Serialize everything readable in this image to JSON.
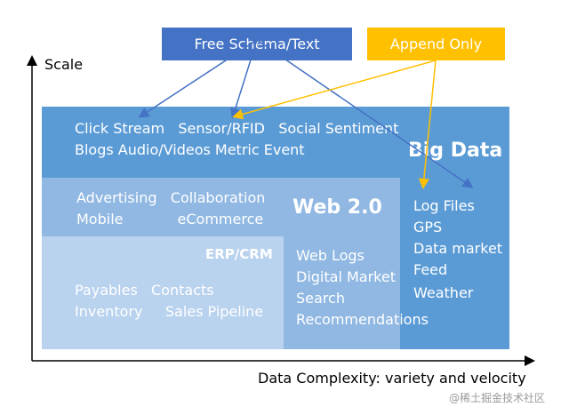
{
  "labels": {
    "free_schema": "Free Schema/Text",
    "append_only": "Append Only",
    "y_axis": "Scale",
    "x_axis": "Data Complexity: variety and velocity",
    "watermark": "@稀土掘金技术社区"
  },
  "big_data": {
    "title": "Big Data",
    "line1": "Click Stream   Sensor/RFID   Social Sentiment",
    "line2": "Blogs Audio/Videos Metric Event",
    "items": [
      "Log Files",
      "GPS",
      "Data market",
      "Feed",
      "Weather"
    ]
  },
  "web20": {
    "title": "Web 2.0",
    "line1": "Advertising   Collaboration",
    "line2": "Mobile            eCommerce",
    "items": [
      "Web Logs",
      "Digital Market",
      "Search",
      "Recommendations"
    ]
  },
  "erp": {
    "title": "ERP/CRM",
    "line1": "Payables   Contacts",
    "line2": "Inventory     Sales Pipeline"
  },
  "colors": {
    "big_data": "#5b9bd5",
    "web20": "#90b8e2",
    "erp": "#b9d2ee",
    "free_schema_box": "#4472c4",
    "append_only_box": "#ffc000",
    "blue_arrow": "#4472c4",
    "yellow_arrow": "#ffc000"
  }
}
